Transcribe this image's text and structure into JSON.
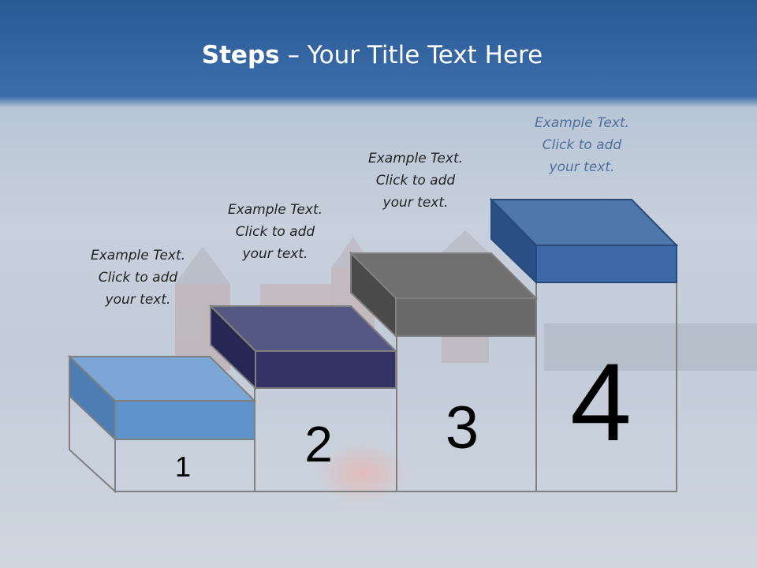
{
  "slide": {
    "title_bold": "Steps",
    "title_rest": " – Your Title Text Here"
  },
  "steps": [
    {
      "number": "1",
      "caption": [
        "Example Text.",
        "Click  to add",
        "your text."
      ],
      "top_color": "#7fa9d8",
      "front_color": "#5f93cc",
      "side_color": "#4e7fb3"
    },
    {
      "number": "2",
      "caption": [
        "Example Text.",
        "Click  to add",
        "your text."
      ],
      "top_color": "#555884",
      "front_color": "#333366",
      "side_color": "#282857"
    },
    {
      "number": "3",
      "caption": [
        "Example Text.",
        "Click  to add",
        "your text."
      ],
      "top_color": "#707070",
      "front_color": "#6a6a6a",
      "side_color": "#4a4a4a"
    },
    {
      "number": "4",
      "caption": [
        "Example Text.",
        "Click  to add",
        "your text."
      ],
      "top_color": "#5078ad",
      "front_color": "#3c68a8",
      "side_color": "#2b4f86"
    }
  ],
  "colors": {
    "header_top": "#244f86",
    "header_bottom": "#3a6aa8",
    "background": "#c9d2de"
  }
}
